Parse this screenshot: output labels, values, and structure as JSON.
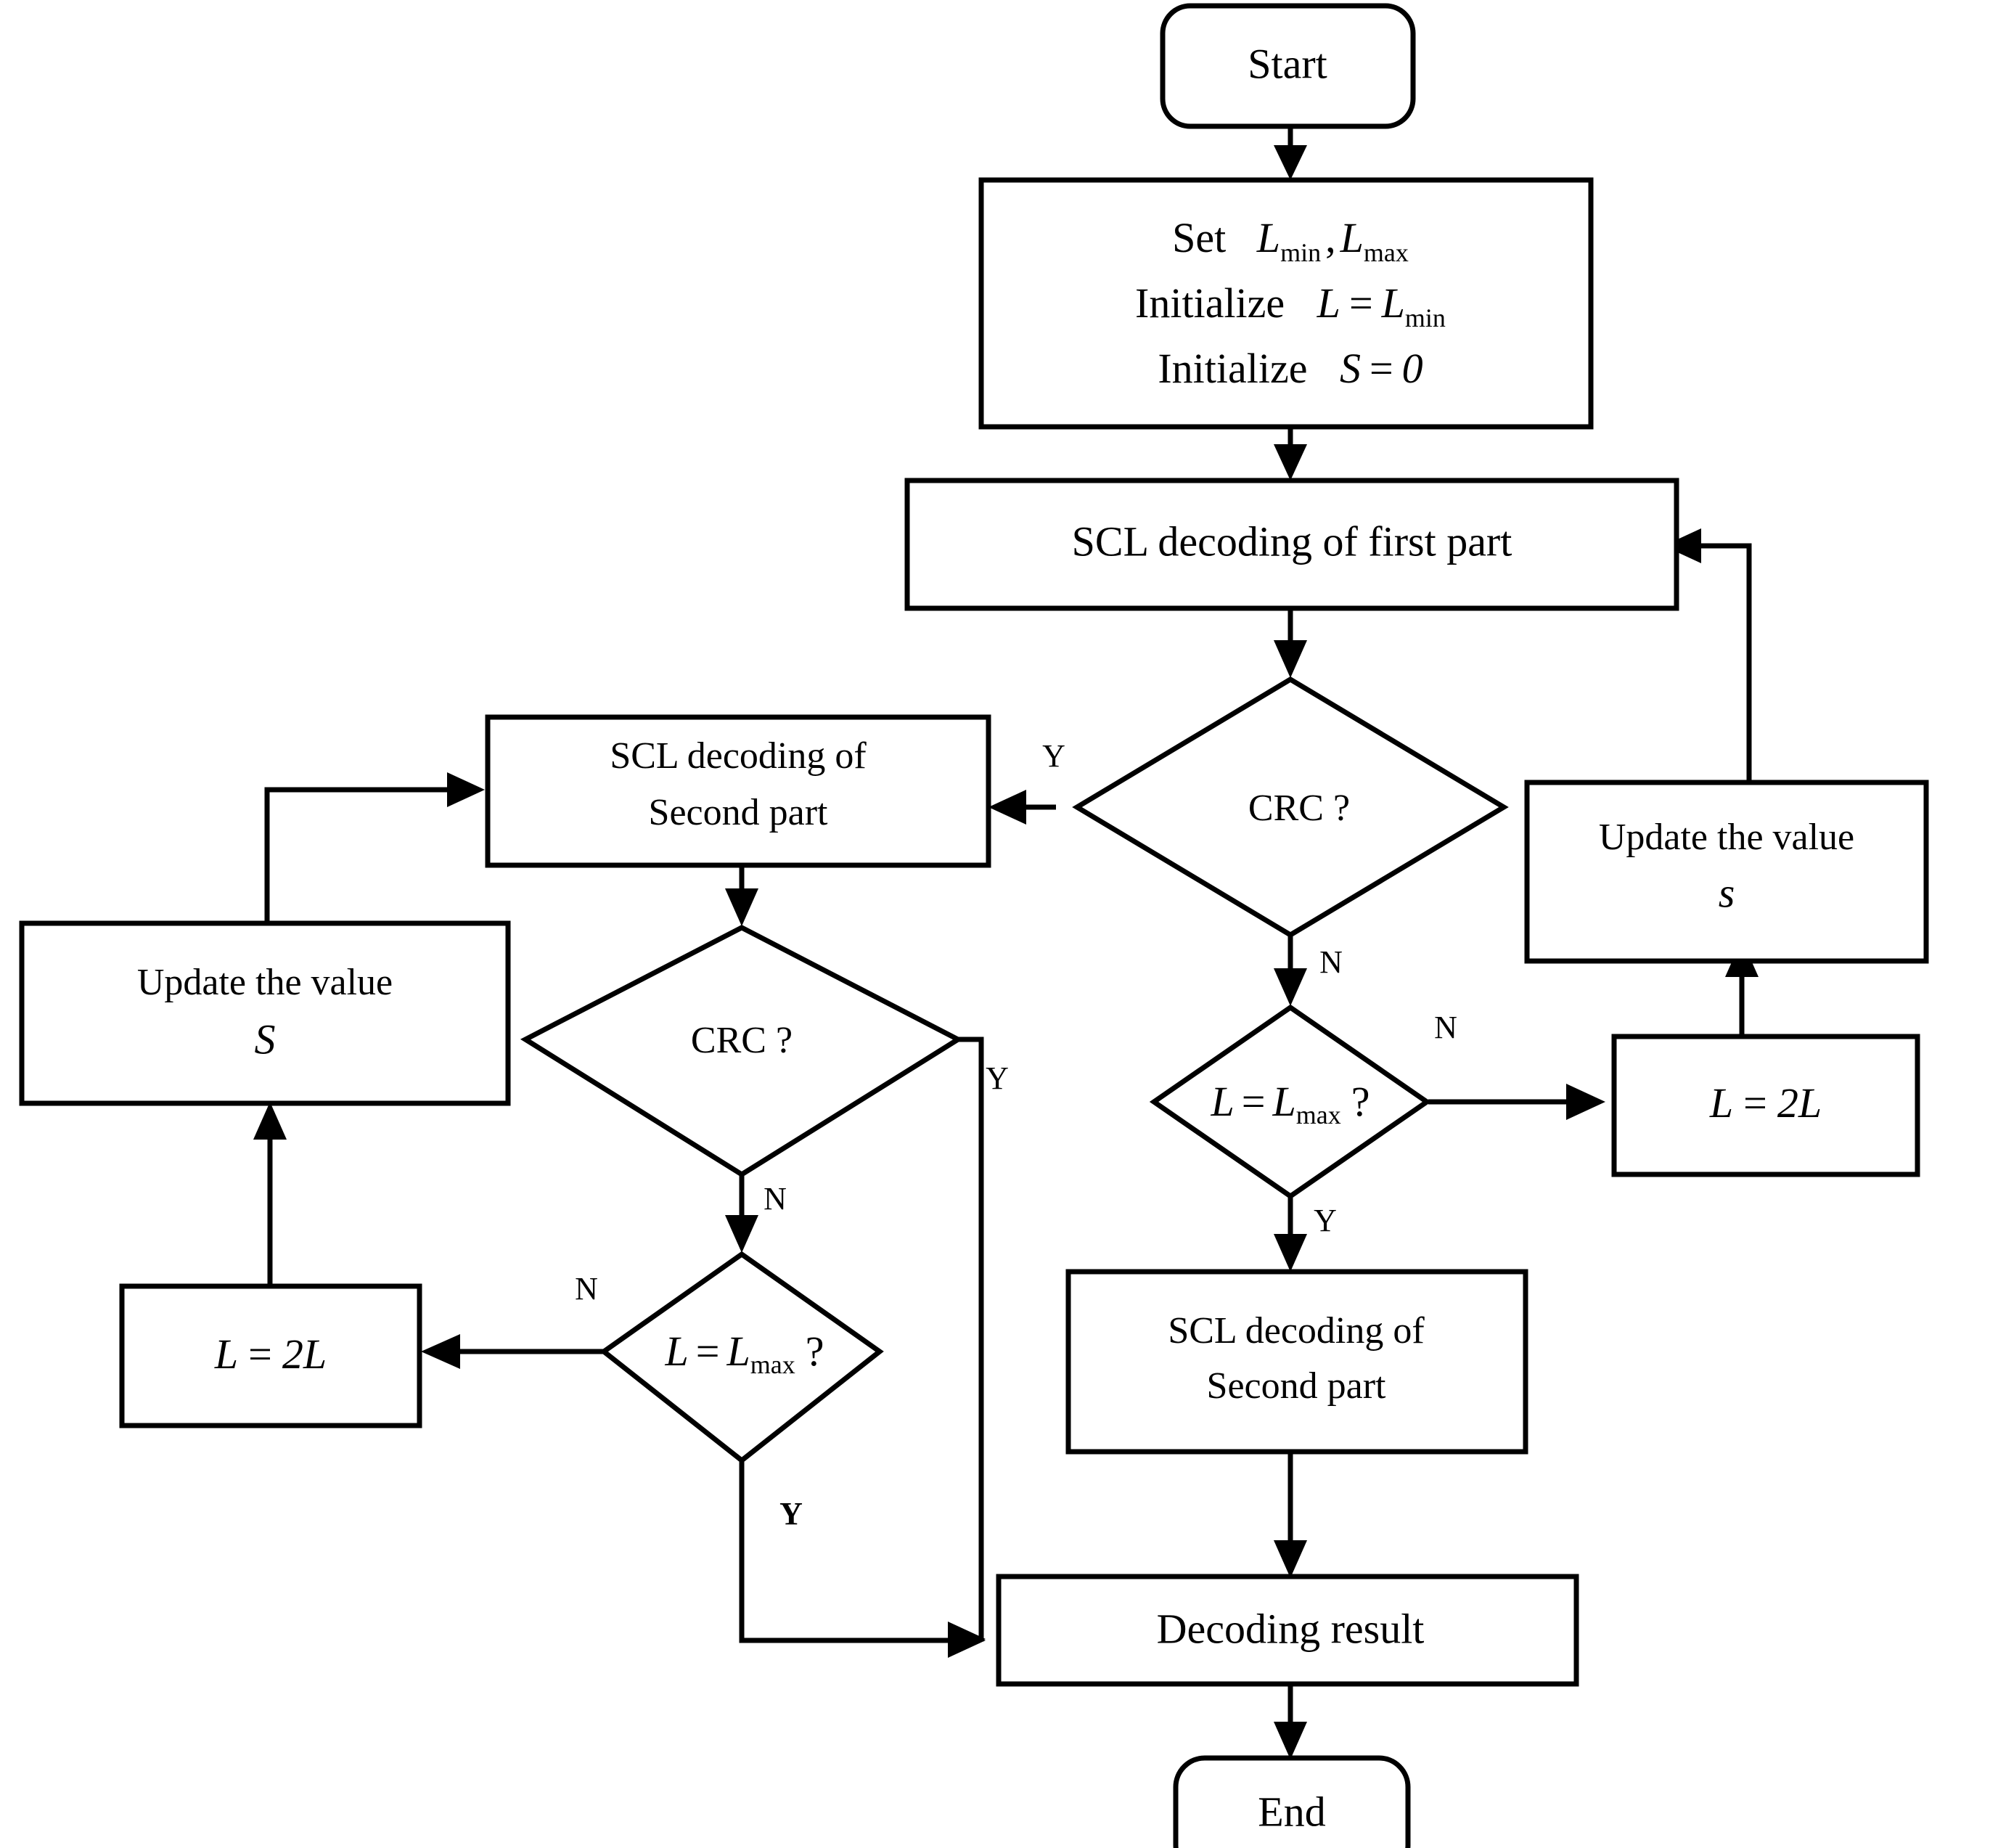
{
  "diagram": {
    "type": "flowchart",
    "title": "Adaptive SCL decoding flowchart",
    "nodes": {
      "start": {
        "label": "Start",
        "shape": "rounded-terminator"
      },
      "init": {
        "shape": "process",
        "line1_prefix": "Set",
        "line1_var1": "L",
        "line1_sub1": "min",
        "line1_comma": ",",
        "line1_var2": "L",
        "line1_sub2": "max",
        "line2_prefix": "Initialize",
        "line2_lhs": "L",
        "line2_eq": "=",
        "line2_rhs": "L",
        "line2_sub": "min",
        "line3_prefix": "Initialize",
        "line3_lhs": "S",
        "line3_eq": "=",
        "line3_rhs": "0"
      },
      "scl_first": {
        "label": "SCL decoding of first part",
        "shape": "process"
      },
      "crc_top": {
        "label": "CRC ?",
        "shape": "decision"
      },
      "scl_second_left": {
        "label_line1": "SCL decoding of",
        "label_line2": "Second part",
        "shape": "process"
      },
      "update_s_left": {
        "label_line1": "Update the value",
        "label_line2": "S",
        "shape": "process"
      },
      "update_s_right": {
        "label_line1": "Update the value",
        "label_line2": "s",
        "shape": "process"
      },
      "crc_left": {
        "label": "CRC ?",
        "shape": "decision"
      },
      "lmax_left": {
        "lhs": "L",
        "eq": "=",
        "rhs": "L",
        "sub": "max",
        "q": "?",
        "shape": "decision"
      },
      "lmax_right": {
        "lhs": "L",
        "eq": "=",
        "rhs": "L",
        "sub": "max",
        "q": "?",
        "shape": "decision"
      },
      "double_l_left": {
        "lhs": "L",
        "eq": "=",
        "rhs": "2L",
        "shape": "process"
      },
      "double_l_right": {
        "lhs": "L",
        "eq": "=",
        "rhs": "2L",
        "shape": "process"
      },
      "scl_second_bottom": {
        "label_line1": "SCL decoding of",
        "label_line2": "Second part",
        "shape": "process"
      },
      "decoding_result": {
        "label": "Decoding result",
        "shape": "process"
      },
      "end": {
        "label": "End",
        "shape": "rounded-terminator"
      }
    },
    "branch_labels": {
      "crc_top_yes": "Y",
      "crc_top_no": "N",
      "crc_left_yes": "Y",
      "crc_left_no": "N",
      "lmax_right_no": "N",
      "lmax_right_yes": "Y",
      "lmax_left_no": "N",
      "lmax_left_yes": "Y"
    },
    "colors": {
      "stroke": "#000000",
      "fill": "#ffffff",
      "text": "#000000",
      "background": "#ffffff"
    }
  }
}
